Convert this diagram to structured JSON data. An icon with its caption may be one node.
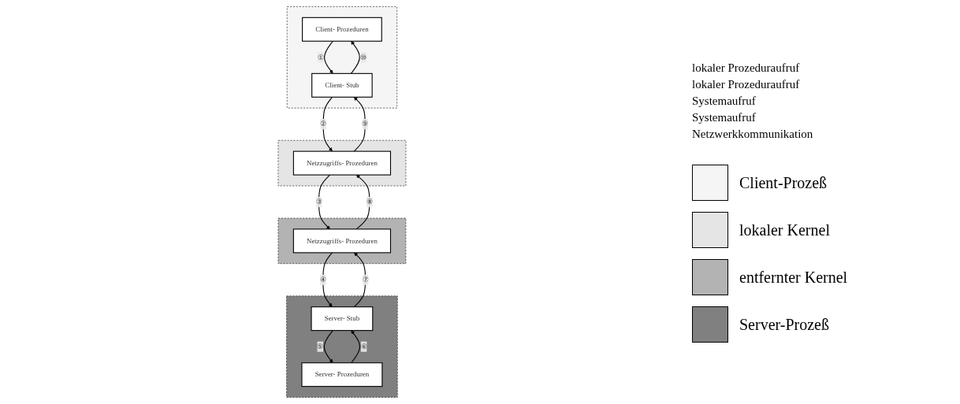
{
  "diagram": {
    "nodes": [
      {
        "text": [],
        "shape": "box"
      },
      {
        "text": [
          "Client- Prozeduren"
        ],
        "in": 0
      },
      {
        "text": [
          "Client- Stub"
        ],
        "in": 0
      },
      {
        "text": [],
        "shape": "box"
      },
      {
        "text": [
          "Server- Prozeduren"
        ],
        "in": 3
      },
      {
        "text": [
          "Server- Stub"
        ],
        "in": 3
      },
      {
        "text": [],
        "shape": "box"
      },
      {
        "text": [
          "Netzzugriffs- Prozeduren"
        ],
        "in": 6
      },
      {
        "text": [],
        "shape": "box"
      },
      {
        "text": [
          "Netzzugriffs- Prozeduren"
        ],
        "in": 8
      }
    ],
    "edges": [
      {
        "from": 1,
        "to": 2,
        "arrow": "to",
        "label": "①"
      },
      {
        "from": 2,
        "to": 1,
        "arrow": "to",
        "label": "⑩"
      },
      {
        "from": 4,
        "to": 5,
        "arrow": "to",
        "label": "⑥"
      },
      {
        "from": 5,
        "to": 4,
        "arrow": "to",
        "label": "⑤"
      },
      {
        "from": 2,
        "to": 7,
        "arrow": "to",
        "label": "②"
      },
      {
        "from": 7,
        "to": 2,
        "arrow": "to",
        "label": "⑨"
      },
      {
        "from": 5,
        "to": 9,
        "arrow": "to",
        "label": "⑦"
      },
      {
        "from": 9,
        "to": 5,
        "arrow": "to",
        "label": "④"
      },
      {
        "from": 9,
        "to": 7,
        "arrow": "to",
        "label": "⑧"
      },
      {
        "from": 7,
        "to": 9,
        "arrow": "to",
        "label": "③"
      }
    ],
    "labels": [
      "lokaler Prozeduraufruf",
      "lokaler Prozeduraufruf",
      "Systemaufruf",
      "Systemaufruf",
      "Netzwerkkommunikation"
    ],
    "legend": [
      {
        "text": "Client-Prozeß",
        "color": "#f5f5f5"
      },
      {
        "text": "lokaler Kernel",
        "color": "#e5e5e5"
      },
      {
        "text": "entfernter Kernel",
        "color": "#b3b3b3"
      },
      {
        "text": "Server-Prozeß",
        "color": "#808080"
      }
    ]
  }
}
